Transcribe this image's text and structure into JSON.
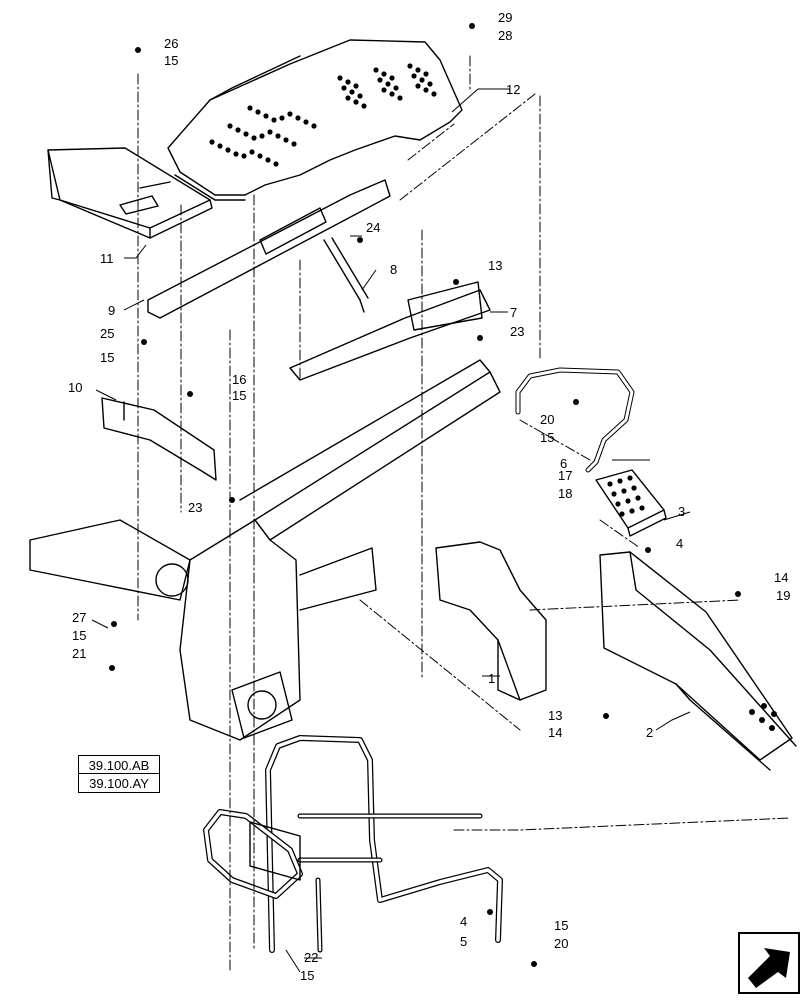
{
  "references": [
    {
      "label": "39.100.AB"
    },
    {
      "label": "39.100.AY"
    }
  ],
  "callouts": [
    "1",
    "2",
    "3",
    "4",
    "4",
    "5",
    "6",
    "7",
    "8",
    "9",
    "10",
    "11",
    "12",
    "13",
    "13",
    "14",
    "14",
    "15",
    "15",
    "15",
    "15",
    "15",
    "15",
    "15",
    "16",
    "17",
    "18",
    "19",
    "20",
    "20",
    "21",
    "22",
    "23",
    "23",
    "24",
    "25",
    "26",
    "27",
    "28",
    "29"
  ],
  "nav": {
    "icon": "arrow-icon"
  }
}
